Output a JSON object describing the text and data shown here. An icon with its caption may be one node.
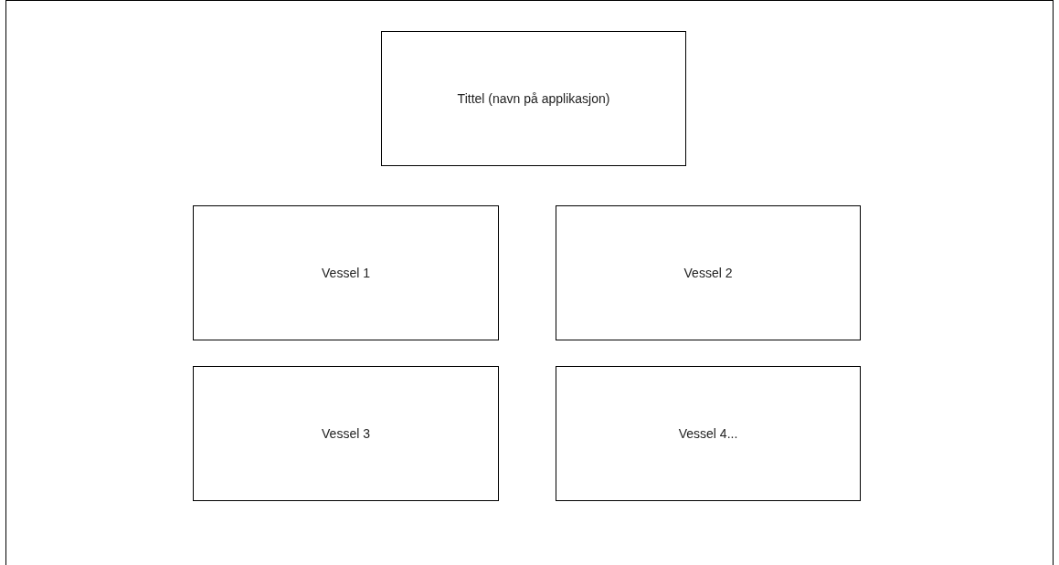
{
  "diagram": {
    "nodes": [
      {
        "text": [],
        "shape": "box"
      },
      {
        "text": [
          "Tittel (navn på applikasjon)"
        ],
        "in": 0
      },
      {
        "text": [
          "Vessel 1"
        ],
        "in": 0
      },
      {
        "text": [
          "Vessel 2"
        ],
        "in": 0
      },
      {
        "text": [
          "Vessel 3"
        ],
        "in": 0
      },
      {
        "text": [
          "Vessel 4..."
        ],
        "in": 0
      }
    ]
  }
}
